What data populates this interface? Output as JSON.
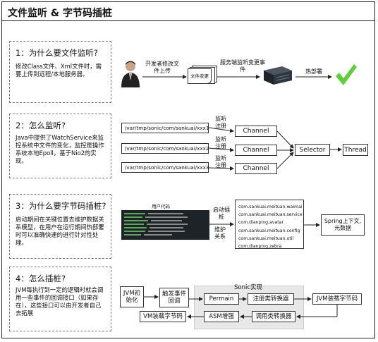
{
  "title": "文件监听 & 字节码插桩",
  "sections": [
    {
      "question": "1：为什么要文件监听?",
      "body": "修改Class文件、Xml文件时，需要上传到远程/本地服务器。"
    },
    {
      "question": "2：怎么监听?",
      "body": "Java中提供了WatchService来监控系统中文件的变化，监控是操作系统本地Epoll，基于Nio2的实现。"
    },
    {
      "question": "3：为什么要字节码插桩?",
      "body": "启动期间在关键位置去维护数据关系模型，在用户在运行期间热部署时可以准确快速的进行针对性处理。"
    },
    {
      "question": "4：怎么插桩?",
      "body": "JVM每执行到一定的逻辑时就会调用一些事件的回调接口（如果存在），这些接口可以由开发者自己去拓展"
    }
  ],
  "s1": {
    "upload_label": "开发者修改文件上传",
    "file_change": "文件变更",
    "server_event": "服务端监听变更事件",
    "hot_deploy": "热部署"
  },
  "s2": {
    "paths": [
      "/var/tmp/sonic/com/sankuai/xxx1",
      "/var/tmp/sonic/com/sankuai/xxx2",
      "/var/tmp/sonic/com/sankuai/xxx3"
    ],
    "register_label": "监听注册",
    "channel": "Channel",
    "selector": "Selector",
    "thread": "Thread"
  },
  "s3": {
    "user_code": "用户代码",
    "start_instrument": "启动插桩",
    "maintain_relation": "维护关系",
    "packages": [
      "com.sankuai.meituan.waimai",
      "com.sankuai.meituan.service",
      "com.dianping.avatar",
      "com.sankuai.meituan.config",
      "com.sankuai.meituan.util",
      "com.dianping.zebra"
    ],
    "spring_context": "Spring上下文,元数据"
  },
  "s4": {
    "sonic_impl": "Sonic实现",
    "jvm_init": "JVM初始化",
    "trigger_callback": "触发事件回调",
    "permain": "Permain",
    "register_transformer": "注册类转换器",
    "jvm_load": "JVM装载字节码",
    "call_transformer": "调用类转换器",
    "asm_enhance": "ASM增强",
    "vm_load": "VM装载字节码"
  },
  "colors": {
    "check": "#5fce3a",
    "dark": "#1d2327",
    "gray_panel": "#e8e8e8"
  }
}
